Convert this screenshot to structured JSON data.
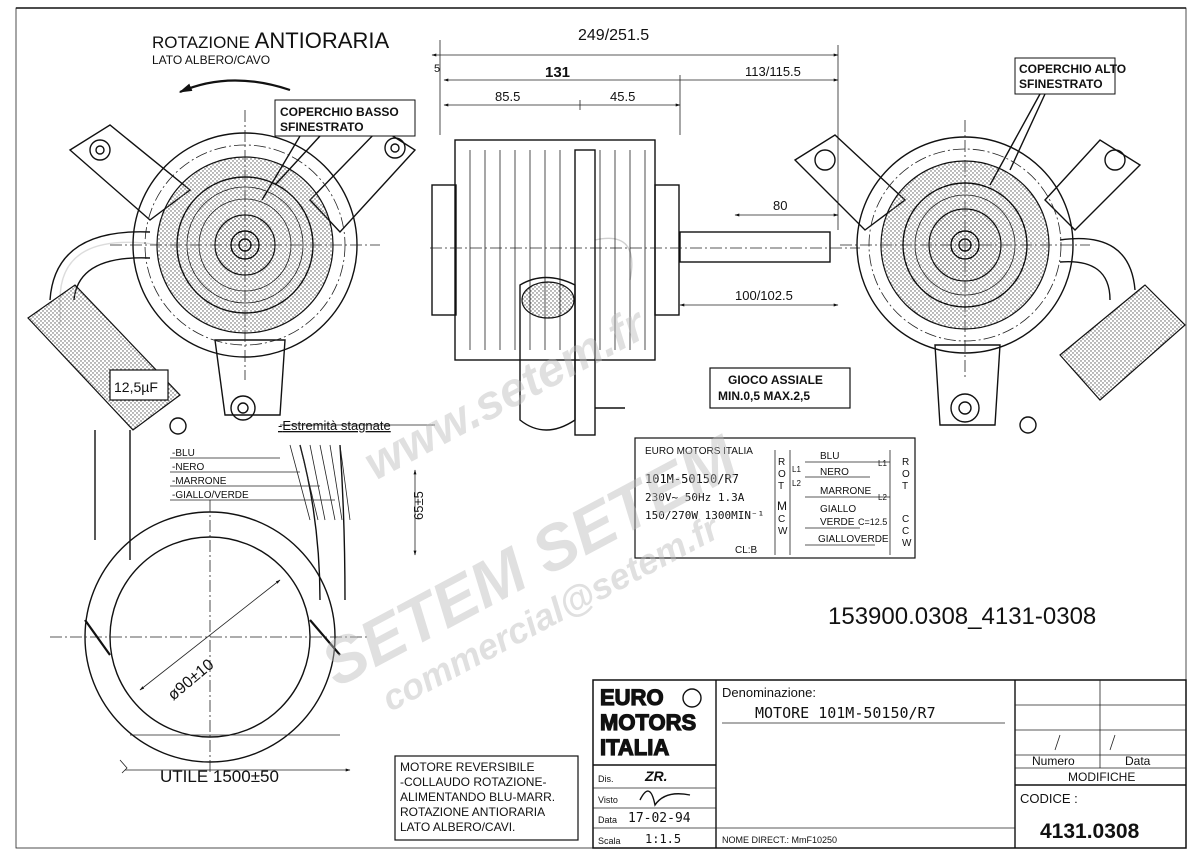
{
  "rotation": {
    "title_1": "ROTAZIONE",
    "title_2": "ANTIORARIA",
    "subtitle": "LATO ALBERO/CAVO"
  },
  "callouts": {
    "lower_cover": [
      "COPERCHIO BASSO",
      "SFINESTRATO"
    ],
    "upper_cover": [
      "COPERCHIO ALTO",
      "SFINESTRATO"
    ],
    "capacitor": "12,5µF",
    "tinned_ends": "Estremità stagnate",
    "axial_play": [
      "GIOCO ASSIALE",
      "MIN.0,5  MAX.2,5"
    ]
  },
  "dimensions": {
    "overall": "249/251.5",
    "offset": "5",
    "body": "131",
    "shaft": "113/115.5",
    "left_part": "85.5",
    "right_part": "45.5",
    "shaft_tip": "80",
    "shaft_total": "100/102.5",
    "lead_height": "65±5",
    "coil_diameter": "ø90±10",
    "useful_length": "UTILE  1500±50"
  },
  "wires": [
    "BLU",
    "NERO",
    "MARRONE",
    "GIALLO/VERDE"
  ],
  "nameplate": {
    "maker": "EURO MOTORS ITALIA",
    "model": "101M-50150/R7",
    "line1": "230V~ 50Hz 1.3A",
    "line2": "150/270W  1300MIN⁻¹",
    "class": "CL:B",
    "rot_label": [
      "R",
      "O",
      "T"
    ],
    "cw_label": [
      "C",
      "W"
    ],
    "ccw_label": [
      "C",
      "C",
      "W"
    ],
    "rot_label_right": [
      "R",
      "O",
      "T"
    ],
    "l1": "L1",
    "l2": "L2",
    "m": "M",
    "wiring": [
      "BLU",
      "NERO",
      "MARRONE",
      "GIALLO",
      "VERDE",
      "GIALLOVERDE"
    ],
    "cap": "C=12.5"
  },
  "drawing_code": "153900.0308_4131-0308",
  "note": [
    "MOTORE REVERSIBILE",
    "-COLLAUDO ROTAZIONE-",
    "ALIMENTANDO BLU-MARR.",
    "ROTAZIONE ANTIORARIA",
    "LATO ALBERO/CAVI."
  ],
  "title_block": {
    "logo": [
      "EURO",
      "MOTORS",
      "ITALIA"
    ],
    "denominazione_label": "Denominazione:",
    "denominazione": "MOTORE 101M-50150/R7",
    "dis_label": "Dis.",
    "dis_value": "ZR.",
    "visto_label": "Visto",
    "data_label": "Data",
    "data_value": "17-02-94",
    "scala_label": "Scala",
    "scala_value": "1:1.5",
    "nome_direct": "NOME DIRECT.: MmF10250",
    "numero": "Numero",
    "data_col": "Data",
    "modifiche": "MODIFICHE",
    "codice_label": "CODICE :",
    "codice": "4131.0308"
  },
  "watermarks": [
    "www.setem.fr",
    "SETEM SETEM",
    "commercial@setem.fr"
  ]
}
